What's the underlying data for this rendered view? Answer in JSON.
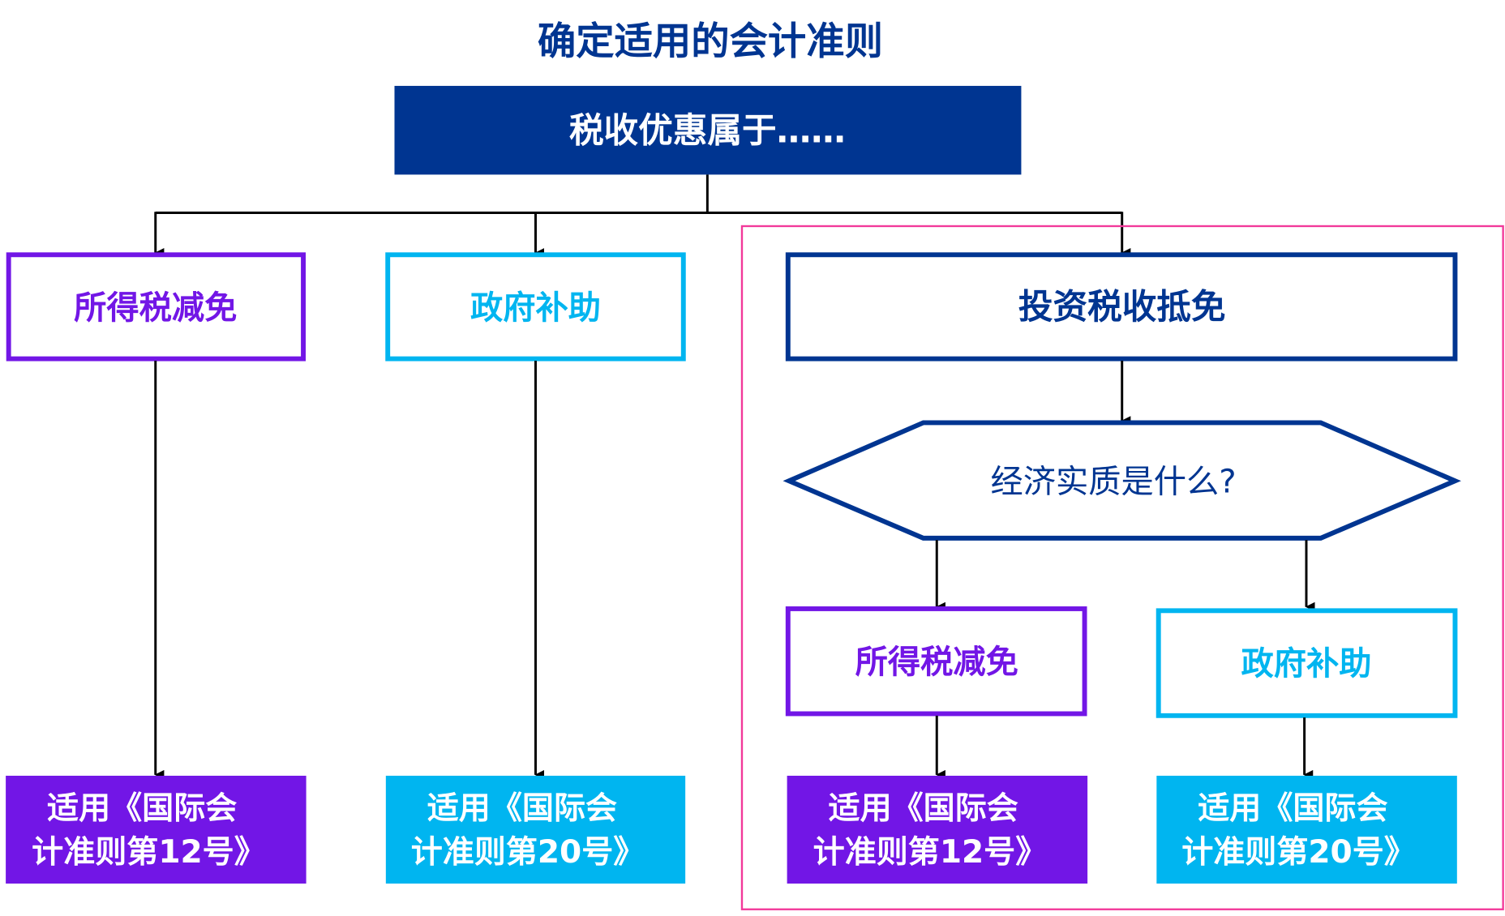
{
  "title": "确定适用的会计准则",
  "colors": {
    "navy": "#003591",
    "purple": "#7216E6",
    "cyan": "#00B5F0",
    "pink": "#F2399A",
    "arrow": "#000000"
  },
  "root": {
    "label": "税收优惠属于……"
  },
  "branches": {
    "income_tax": {
      "label": "所得税减免"
    },
    "gov_grant": {
      "label": "政府补助"
    },
    "investment_credit": {
      "label": "投资税收抵免"
    }
  },
  "decision": {
    "label": "经济实质是什么?"
  },
  "sub_branches": {
    "income_tax": {
      "label": "所得税减免"
    },
    "gov_grant": {
      "label": "政府补助"
    }
  },
  "outcomes": {
    "ias12_left": {
      "line1": "适用《国际会",
      "line2": "计准则第12号》"
    },
    "ias20_left": {
      "line1": "适用《国际会",
      "line2": "计准则第20号》"
    },
    "ias12_right": {
      "line1": "适用《国际会",
      "line2": "计准则第12号》"
    },
    "ias20_right": {
      "line1": "适用《国际会",
      "line2": "计准则第20号》"
    }
  }
}
